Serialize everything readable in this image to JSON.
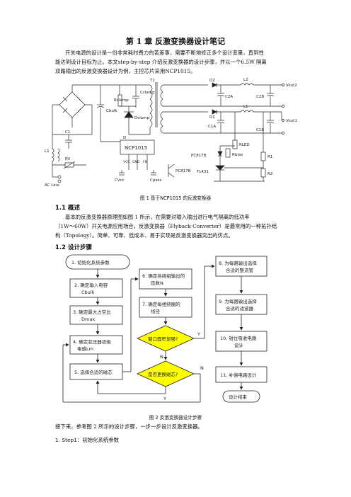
{
  "title": "第 1 章  反激变换器设计笔记",
  "intro": {
    "line1": "开关电源的设计是一份非常耗时费力的苦差事，需要不断地修正多个设计变量，直到性",
    "line2": "能达到设计目标为止。本文step-by-step 介绍反激变换器的设计步骤，并以一个6.5W 隔离",
    "line3": "双路输出的反激变换器设计为例，主控芯片采用NCP1015。"
  },
  "figure1": {
    "caption": "图 1 基于NCP1015 的反激变换器",
    "labels": {
      "cbulk": "Cbulk",
      "rclamp": "Rclamp",
      "cclamp": "Cclamp",
      "dclamp": "Dclamp",
      "t1": "T1",
      "d2": "D2",
      "l2": "L2",
      "c2a": "C2A",
      "c2b": "C2B",
      "vout2": "Vout2",
      "d1": "D1",
      "l1": "L1",
      "c1a": "C1A",
      "c1b": "C1B",
      "vout1": "Vout1",
      "c1": "C1",
      "l1in": "L1",
      "rv": "RV",
      "ac_line": "AC Line",
      "chip": "NCP1015",
      "d": "D",
      "cvcc": "CVcc",
      "vcc": "VCC",
      "gnd": "GND",
      "fb": "FB",
      "cpass": "Cpass",
      "pc817b": "PC817B",
      "pc817b_tr": "PC817B",
      "rled": "RLED",
      "rbias": "Rbias",
      "r1": "R1",
      "r2": "R2",
      "tl431": "TL431"
    }
  },
  "section1": {
    "heading": "1.1  概述",
    "line1": "基本的反激变换器原理图如图 1 所示，在需要对输入输出进行电气隔离的低功率",
    "line2": "（1W～60W）开关电源应用场合，反激变换器（Flyback Converter）是最常用的一种拓扑结",
    "line3": "构（Topology）。简单、可靠、低成本、易于实现是反激变换器突出的优点。"
  },
  "section2": {
    "heading": "1.2  设计步骤"
  },
  "flowchart": {
    "s1": "1. 初始化系统参数",
    "s2a": "2. 确定输入电容",
    "s2b": "Cbulk",
    "s3a": "3. 确定最大占空比",
    "s3b": "Dmax",
    "s4a": "4. 确定变压器初级",
    "s4b": "电感Lm",
    "s5": "5. 选择合适的磁芯",
    "s6a": "6. 确定各绕组输出的",
    "s6b": "匝数N",
    "s7a": "7. 确定每组绕圈的",
    "s7b": "线径",
    "d1": "窗口面积足够?",
    "d2": "是否更换磁芯?",
    "s8a": "8. 为每路输出选择",
    "s8b": "合适的整流管",
    "s9a": "9. 为每路输出选择",
    "s9b": "合适的滤波器",
    "s10a": "10. 钳位吸收电路",
    "s10b": "设计",
    "s11": "11. 补偿电路设计",
    "end": "设计结束",
    "y1": "Y",
    "n1": "N",
    "y2": "Y",
    "n2": "N",
    "diamond_color": "#ffff00"
  },
  "figure2": {
    "caption": "图 2 反激变换器设计步骤"
  },
  "after": {
    "line1": "接下来，参考图 2 所示的设计步骤，一步一步设计反激变换器。",
    "step1": "1. Step1：初始化系统参数"
  }
}
